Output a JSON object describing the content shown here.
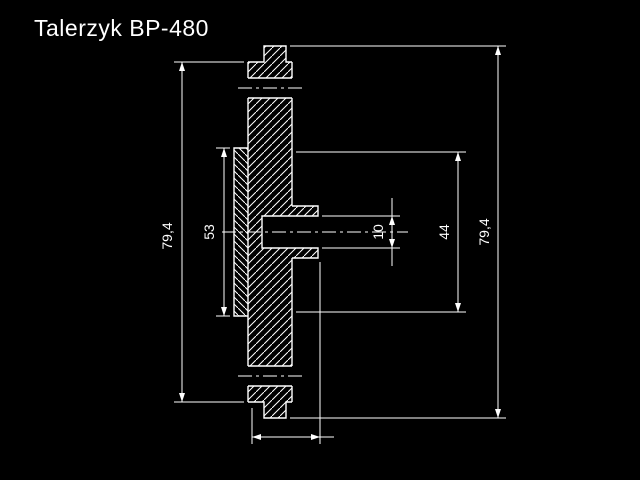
{
  "title": "Talerzyk BP-480",
  "colors": {
    "background": "#000000",
    "line": "#ffffff"
  },
  "drawing": {
    "dimensions": {
      "outer_left": "79,4",
      "plate": "53",
      "bore": "10",
      "hub": "44",
      "outer_right": "79,4"
    }
  }
}
